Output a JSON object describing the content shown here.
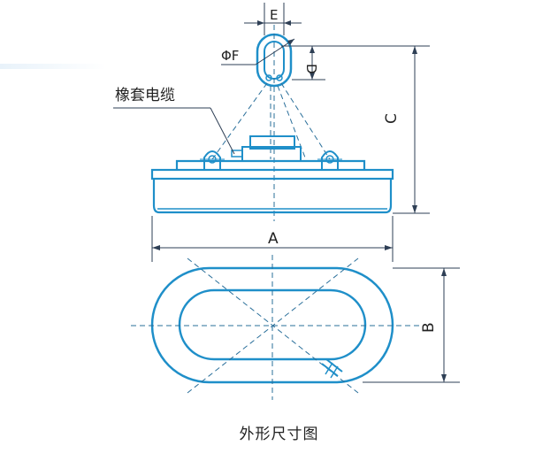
{
  "labels": {
    "E": "E",
    "phi_F": "ΦF",
    "D": "D",
    "C": "C",
    "A": "A",
    "B": "B",
    "cable": "橡套电缆"
  },
  "caption": "外形尺寸图",
  "colors": {
    "outline": "#1f8fc9",
    "centerline": "#2a6f9a",
    "dimension": "#2e3f55",
    "text": "#222222",
    "background": "#ffffff"
  }
}
